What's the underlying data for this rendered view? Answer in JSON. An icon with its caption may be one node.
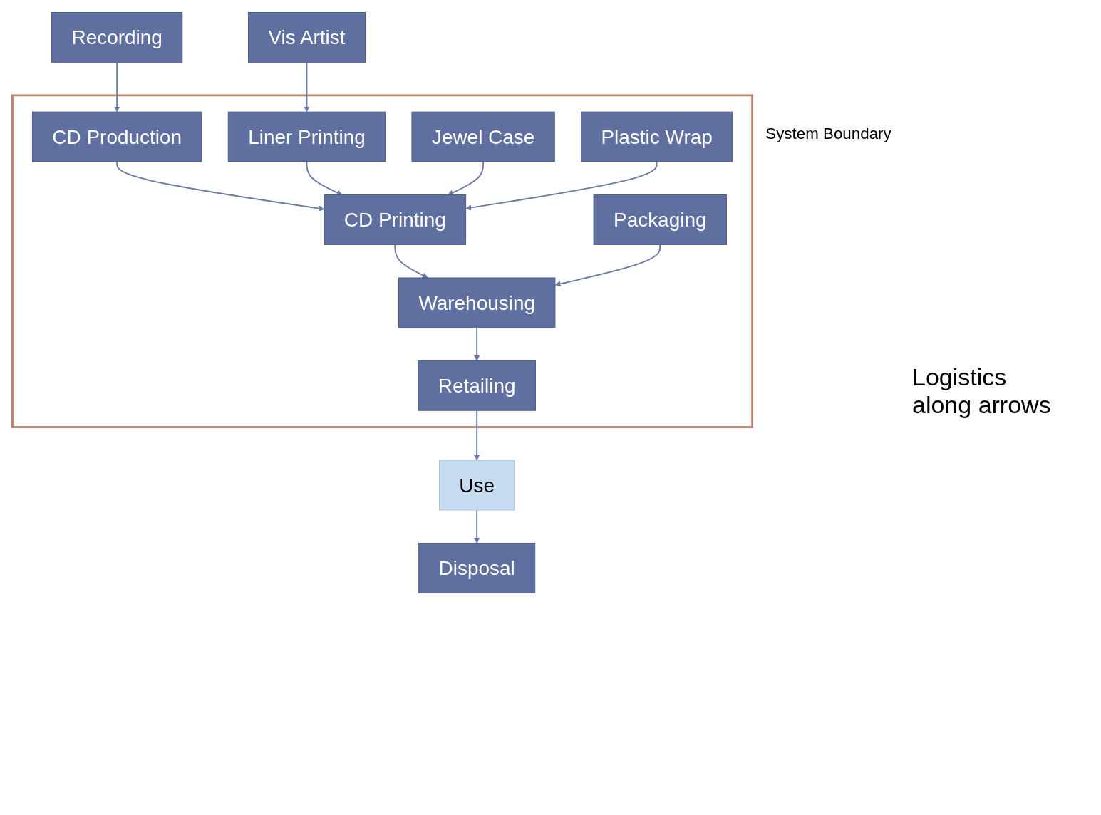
{
  "diagram": {
    "nodes": [
      {
        "text": [
          "Recording"
        ]
      },
      {
        "text": [
          "Vis Artist"
        ]
      },
      {
        "text": [
          "System Boundary"
        ]
      },
      {
        "text": [
          "CD Production"
        ],
        "in": 2
      },
      {
        "text": [
          "Liner Printing"
        ],
        "in": 2
      },
      {
        "text": [
          "Jewel Case"
        ],
        "in": 2
      },
      {
        "text": [
          "CD Printing"
        ],
        "in": 2
      },
      {
        "text": [
          "Plastic Wrap"
        ],
        "in": 2
      },
      {
        "text": [
          "Packaging"
        ],
        "in": 2
      },
      {
        "text": [
          "Warehousing"
        ],
        "in": 2
      },
      {
        "text": [
          "Retailing"
        ],
        "in": 2
      },
      {
        "text": [
          "Use"
        ]
      },
      {
        "text": [
          "Disposal"
        ]
      }
    ],
    "edges": [
      {
        "from": 0,
        "to": 3,
        "arrow": "to"
      },
      {
        "from": 1,
        "to": 4,
        "arrow": "to"
      },
      {
        "from": 3,
        "to": 6,
        "arrow": "to"
      },
      {
        "from": 4,
        "to": 6,
        "arrow": "to"
      },
      {
        "from": 5,
        "to": 6,
        "arrow": "to"
      },
      {
        "from": 7,
        "to": 6,
        "arrow": "to"
      },
      {
        "from": 6,
        "to": 9,
        "arrow": "to"
      },
      {
        "from": 8,
        "to": 9,
        "arrow": "to"
      },
      {
        "from": 9,
        "to": 10,
        "arrow": "to"
      },
      {
        "from": 10,
        "to": 11,
        "arrow": "to"
      },
      {
        "from": 11,
        "to": 12,
        "arrow": "to"
      }
    ],
    "labels": [
      "Logistics along arrows"
    ]
  }
}
